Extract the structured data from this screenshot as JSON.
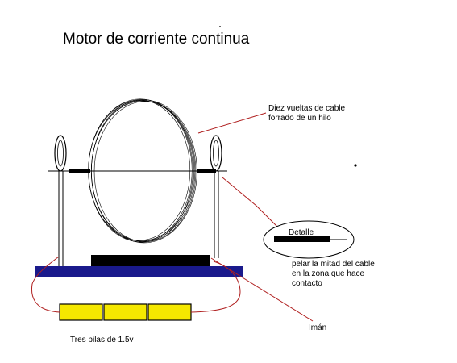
{
  "title": "Motor de corriente continua",
  "labels": {
    "coil": "Diez vueltas de cable forrado de un hilo",
    "detail": "Detalle",
    "strip": "pelar la mitad del cable en la zona que hace contacto",
    "magnet": "Imán",
    "batteries": "Tres pilas de 1.5v"
  },
  "colors": {
    "base": "#1a1a8c",
    "magnet": "#000000",
    "battery": "#f5e800",
    "annotation": "#b02020",
    "wire": "#000000"
  },
  "battery_count": 3,
  "coil_turns_drawn": 7
}
